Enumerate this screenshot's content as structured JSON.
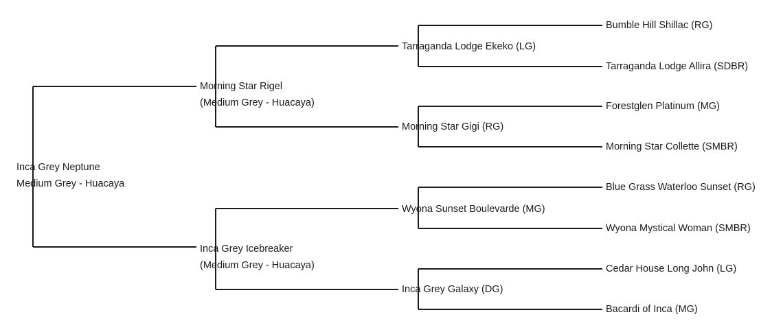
{
  "chart": {
    "type": "pedigree-tree",
    "orientation": "left-to-right",
    "generations": 4,
    "line_color": "#1a1a1a",
    "text_color": "#1a1a1a",
    "background_color": "#ffffff"
  },
  "subject": {
    "name": "Inca Grey Neptune",
    "description": "Medium Grey - Huacaya"
  },
  "generation2": [
    {
      "name": "Morning Star Rigel",
      "description": "(Medium Grey - Huacaya)"
    },
    {
      "name": "Inca Grey Icebreaker",
      "description": "(Medium Grey - Huacaya)"
    }
  ],
  "generation3": [
    {
      "name": "Tarraganda Lodge Ekeko (LG)"
    },
    {
      "name": "Morning Star Gigi (RG)"
    },
    {
      "name": "Wyona Sunset Boulevarde (MG)"
    },
    {
      "name": "Inca Grey Galaxy (DG)"
    }
  ],
  "generation4": [
    {
      "name": "Bumble Hill Shillac (RG)"
    },
    {
      "name": "Tarraganda Lodge Allira (SDBR)"
    },
    {
      "name": "Forestglen Platinum (MG)"
    },
    {
      "name": "Morning Star Collette (SMBR)"
    },
    {
      "name": "Blue Grass Waterloo Sunset (RG)"
    },
    {
      "name": "Wyona Mystical Woman (SMBR)"
    },
    {
      "name": "Cedar House Long John (LG)"
    },
    {
      "name": "Bacardi of Inca (MG)"
    }
  ]
}
